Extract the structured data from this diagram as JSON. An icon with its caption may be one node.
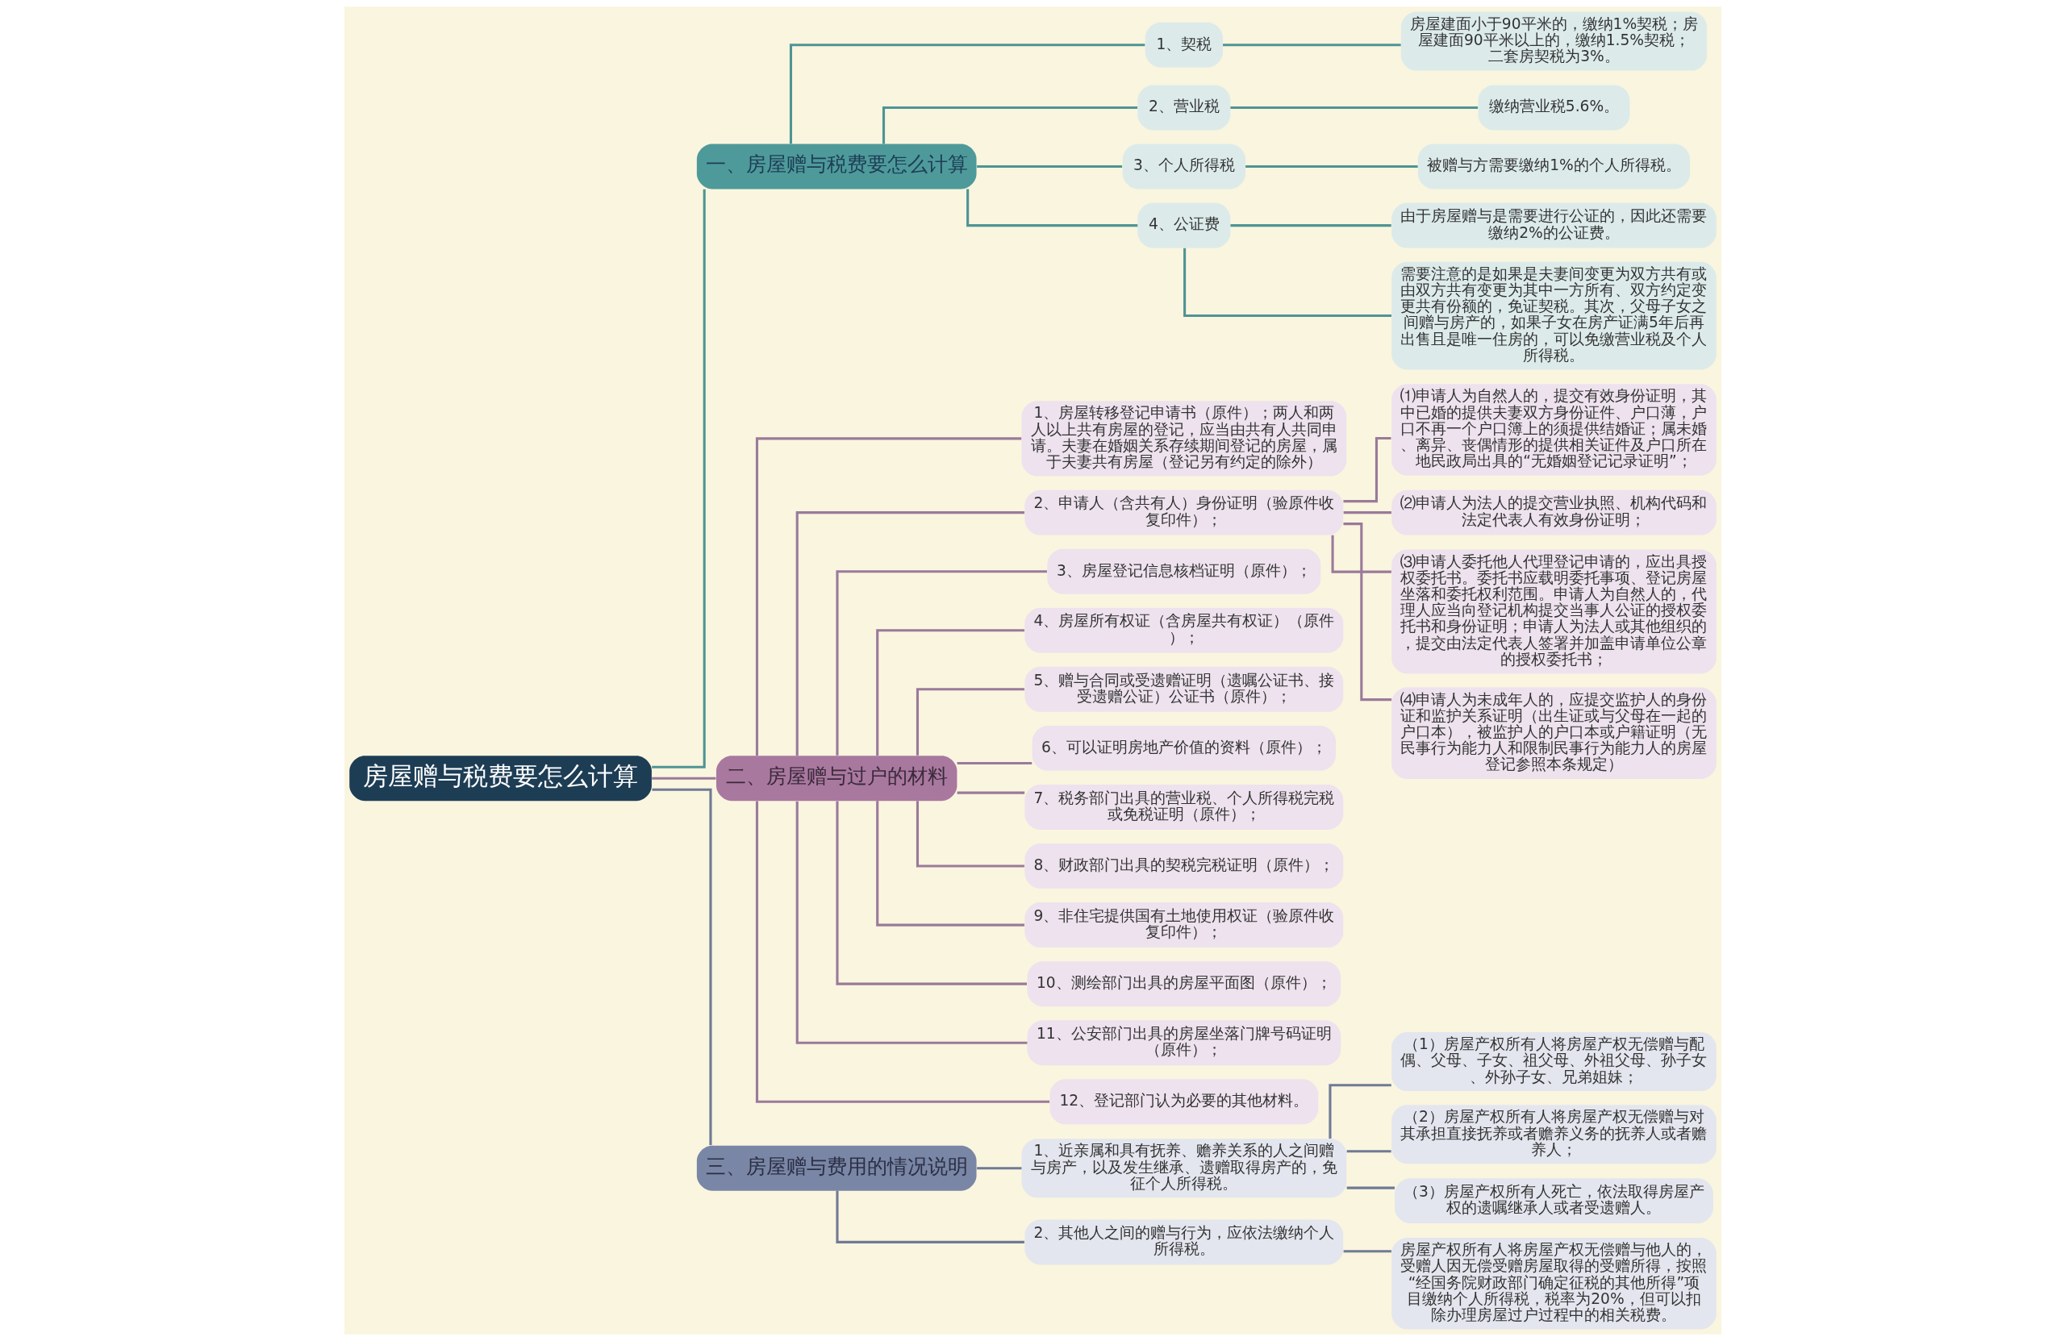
{
  "diagram": {
    "nodes": [
      {
        "text": [
          "房屋赠与税费要怎么计算"
        ]
      },
      {
        "text": [
          "一、房屋赠与税费要怎么计算"
        ]
      },
      {
        "text": [
          "1、契税"
        ]
      },
      {
        "text": [
          "房屋建面小于90平米的，缴纳1%契税；房屋建面90平米以上的，缴纳1.5%契税；二套房契税为3%。"
        ]
      },
      {
        "text": [
          "2、营业税"
        ]
      },
      {
        "text": [
          "缴纳营业税5.6%。"
        ]
      },
      {
        "text": [
          "3、个人所得税"
        ]
      },
      {
        "text": [
          "被赠与方需要缴纳1%的个人所得税。"
        ]
      },
      {
        "text": [
          "4、公证费"
        ]
      },
      {
        "text": [
          "由于房屋赠与是需要进行公证的，因此还需要缴纳2%的公证费。"
        ]
      },
      {
        "text": [
          "需要注意的是如果是夫妻间变更为双方共有或由双方共有变更为其中一方所有、双方约定变更共有份额的，免证契税。其次，父母子女之间赠与房产的，如果子女在房产证满5年后再出售且是唯一住房的，可以免缴营业税及个人所得税。"
        ]
      },
      {
        "text": [
          "二、房屋赠与过户的材料"
        ]
      },
      {
        "text": [
          "1、房屋转移登记申请书（原件）；两人和两人以上共有房屋的登记，应当由共有人共同申请。夫妻在婚姻关系存续期间登记的房屋，属于夫妻共有房屋（登记另有约定的除外）"
        ]
      },
      {
        "text": [
          "2、申请人（含共有人）身份证明（验原件收复印件）；"
        ]
      },
      {
        "text": [
          "⑴申请人为自然人的，提交有效身份证明，其中已婚的提供夫妻双方身份证件、户口薄，户口不再一个户口簿上的须提供结婚证；属未婚、离异、丧偶情形的提供相关证件及户口所在地民政局出具的“无婚姻登记记录证明”；"
        ]
      },
      {
        "text": [
          "⑵申请人为法人的提交营业执照、机构代码和法定代表人有效身份证明；"
        ]
      },
      {
        "text": [
          "⑶申请人委托他人代理登记申请的，应出具授权委托书。委托书应载明委托事项、登记房屋坐落和委托权利范围。申请人为自然人的，代理人应当向登记机构提交当事人公证的授权委托书和身份证明；申请人为法人或其他组织的，提交由法定代表人签署并加盖申请单位公章的授权委托书；"
        ]
      },
      {
        "text": [
          "⑷申请人为未成年人的，应提交监护人的身份证和监护关系证明（出生证或与父母在一起的户口本），被监护人的户口本或户籍证明（无民事行为能力人和限制民事行为能力人的房屋登记参照本条规定）"
        ]
      },
      {
        "text": [
          "3、房屋登记信息核档证明（原件）；"
        ]
      },
      {
        "text": [
          "4、房屋所有权证（含房屋共有权证）（原件）；"
        ]
      },
      {
        "text": [
          "5、赠与合同或受遗赠证明（遗嘱公证书、接受遗赠公证）公证书（原件）；"
        ]
      },
      {
        "text": [
          "6、可以证明房地产价值的资料（原件）；"
        ]
      },
      {
        "text": [
          "7、税务部门出具的营业税、个人所得税完税或免税证明（原件）；"
        ]
      },
      {
        "text": [
          "8、财政部门出具的契税完税证明（原件）；"
        ]
      },
      {
        "text": [
          "9、非住宅提供国有土地使用权证（验原件收复印件）；"
        ]
      },
      {
        "text": [
          "10、测绘部门出具的房屋平面图（原件）；"
        ]
      },
      {
        "text": [
          "11、公安部门出具的房屋坐落门牌号码证明（原件）；"
        ]
      },
      {
        "text": [
          "12、登记部门认为必要的其他材料。"
        ]
      },
      {
        "text": [
          "三、房屋赠与费用的情况说明"
        ]
      },
      {
        "text": [
          "1、近亲属和具有抚养、赡养关系的人之间赠与房产，以及发生继承、遗赠取得房产的，免征个人所得税。"
        ]
      },
      {
        "text": [
          "（1）房屋产权所有人将房屋产权无偿赠与配偶、父母、子女、祖父母、外祖父母、孙子女、外孙子女、兄弟姐妹；"
        ]
      },
      {
        "text": [
          "（2）房屋产权所有人将房屋产权无偿赠与对其承担直接抚养或者赡养义务的抚养人或者赡养人；"
        ]
      },
      {
        "text": [
          "（3）房屋产权所有人死亡，依法取得房屋产权的遗嘱继承人或者受遗赠人。"
        ]
      },
      {
        "text": [
          "2、其他人之间的赠与行为，应依法缴纳个人所得税。"
        ]
      },
      {
        "text": [
          "房屋产权所有人将房屋产权无偿赠与他人的，受赠人因无偿受赠房屋取得的受赠所得，按照“经国务院财政部门确定征税的其他所得”项目缴纳个人所得税，税率为20%，但可以扣除办理房屋过户过程中的相关税费。"
        ]
      }
    ],
    "edges": [
      {
        "from": 0,
        "to": 1,
        "arrow": "none",
        "color": "#4e9494"
      },
      {
        "from": 1,
        "to": 2,
        "arrow": "none",
        "color": "#4e9494"
      },
      {
        "from": 2,
        "to": 3,
        "arrow": "none",
        "color": "#4e9494"
      },
      {
        "from": 1,
        "to": 4,
        "arrow": "none",
        "color": "#4e9494"
      },
      {
        "from": 4,
        "to": 5,
        "arrow": "none",
        "color": "#4e9494"
      },
      {
        "from": 1,
        "to": 6,
        "arrow": "none",
        "color": "#4e9494"
      },
      {
        "from": 6,
        "to": 7,
        "arrow": "none",
        "color": "#4e9494"
      },
      {
        "from": 1,
        "to": 8,
        "arrow": "none",
        "color": "#4e9494"
      },
      {
        "from": 8,
        "to": 9,
        "arrow": "none",
        "color": "#4e9494"
      },
      {
        "from": 8,
        "to": 10,
        "arrow": "none",
        "color": "#4e9494"
      },
      {
        "from": 0,
        "to": 11,
        "arrow": "none",
        "color": "#9a7a9a"
      },
      {
        "from": 11,
        "to": 12,
        "arrow": "none",
        "color": "#9a7a9a"
      },
      {
        "from": 11,
        "to": 13,
        "arrow": "none",
        "color": "#9a7a9a"
      },
      {
        "from": 13,
        "to": 14,
        "arrow": "none",
        "color": "#9a7a9a"
      },
      {
        "from": 13,
        "to": 15,
        "arrow": "none",
        "color": "#9a7a9a"
      },
      {
        "from": 13,
        "to": 16,
        "arrow": "none",
        "color": "#9a7a9a"
      },
      {
        "from": 13,
        "to": 17,
        "arrow": "none",
        "color": "#9a7a9a"
      },
      {
        "from": 11,
        "to": 18,
        "arrow": "none",
        "color": "#9a7a9a"
      },
      {
        "from": 11,
        "to": 19,
        "arrow": "none",
        "color": "#9a7a9a"
      },
      {
        "from": 11,
        "to": 20,
        "arrow": "none",
        "color": "#9a7a9a"
      },
      {
        "from": 11,
        "to": 21,
        "arrow": "none",
        "color": "#9a7a9a"
      },
      {
        "from": 11,
        "to": 22,
        "arrow": "none",
        "color": "#9a7a9a"
      },
      {
        "from": 11,
        "to": 23,
        "arrow": "none",
        "color": "#9a7a9a"
      },
      {
        "from": 11,
        "to": 24,
        "arrow": "none",
        "color": "#9a7a9a"
      },
      {
        "from": 11,
        "to": 25,
        "arrow": "none",
        "color": "#9a7a9a"
      },
      {
        "from": 11,
        "to": 26,
        "arrow": "none",
        "color": "#9a7a9a"
      },
      {
        "from": 11,
        "to": 27,
        "arrow": "none",
        "color": "#9a7a9a"
      },
      {
        "from": 0,
        "to": 28,
        "arrow": "none",
        "color": "#6f7a95"
      },
      {
        "from": 28,
        "to": 29,
        "arrow": "none",
        "color": "#6f7a95"
      },
      {
        "from": 29,
        "to": 30,
        "arrow": "none",
        "color": "#6f7a95"
      },
      {
        "from": 29,
        "to": 31,
        "arrow": "none",
        "color": "#6f7a95"
      },
      {
        "from": 29,
        "to": 32,
        "arrow": "none",
        "color": "#6f7a95"
      },
      {
        "from": 28,
        "to": 33,
        "arrow": "none",
        "color": "#6f7a95"
      },
      {
        "from": 33,
        "to": 34,
        "arrow": "none",
        "color": "#6f7a95"
      }
    ]
  }
}
